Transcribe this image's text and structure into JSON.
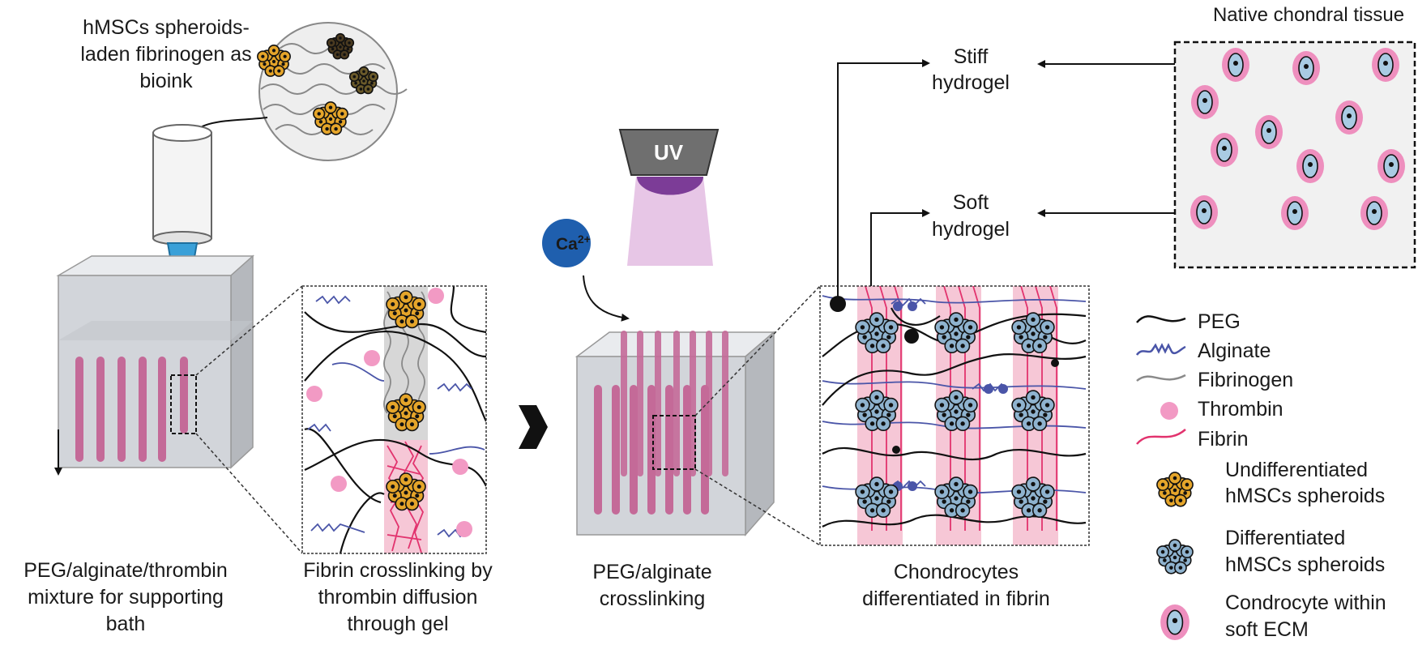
{
  "figure": {
    "ink_label_lines": [
      "hMSCs spheroids-",
      "laden fibrinogen as",
      "bioink"
    ],
    "uv_label": "UV",
    "calcium_label": "Ca2+",
    "native_tissue_title": "Native chondral tissue",
    "stiff_label_lines": [
      "Stiff",
      "hydrogel"
    ],
    "soft_label_lines": [
      "Soft",
      "hydrogel"
    ],
    "captions": {
      "bath": [
        "PEG/alginate/thrombin",
        "mixture for supporting",
        "bath"
      ],
      "fibrin": [
        "Fibrin crosslinking by",
        "thrombin diffusion",
        "through gel"
      ],
      "peg": [
        "PEG/alginate",
        "crosslinking"
      ],
      "chondro": [
        "Chondrocytes",
        "differentiated in fibrin"
      ]
    },
    "legend": [
      {
        "icon": "peg-line-icon",
        "lines": [
          "PEG"
        ]
      },
      {
        "icon": "alginate-line-icon",
        "lines": [
          "Alginate"
        ]
      },
      {
        "icon": "fibrinogen-line-icon",
        "lines": [
          "Fibrinogen"
        ]
      },
      {
        "icon": "thrombin-dot-icon",
        "lines": [
          "Thrombin"
        ]
      },
      {
        "icon": "fibrin-line-icon",
        "lines": [
          "Fibrin"
        ]
      },
      {
        "icon": "undifferentiated-spheroid-icon",
        "lines": [
          "Undifferentiated",
          "hMSCs spheroids"
        ]
      },
      {
        "icon": "differentiated-spheroid-icon",
        "lines": [
          "Differentiated",
          "hMSCs spheroids"
        ]
      },
      {
        "icon": "chondrocyte-icon",
        "lines": [
          "Condrocyte within",
          "soft ECM"
        ]
      }
    ],
    "colors": {
      "peg": "#111111",
      "alginate": "#4a55a8",
      "fibrinogen": "#8a8a8a",
      "thrombin": "#f29ac4",
      "fibrin": "#e2336e",
      "undiff_fill": "#e5a52a",
      "diff_fill": "#8fb3cf",
      "chondro_matrix": "#ee8fbe",
      "chondro_cell": "#a9cbe3",
      "filament": "#c46a98",
      "needle": "#3aa0d8",
      "uv_light": "#e7c6e6",
      "uv_lamp": "#6f6f6f",
      "ca_badge": "#1f5fae"
    }
  }
}
